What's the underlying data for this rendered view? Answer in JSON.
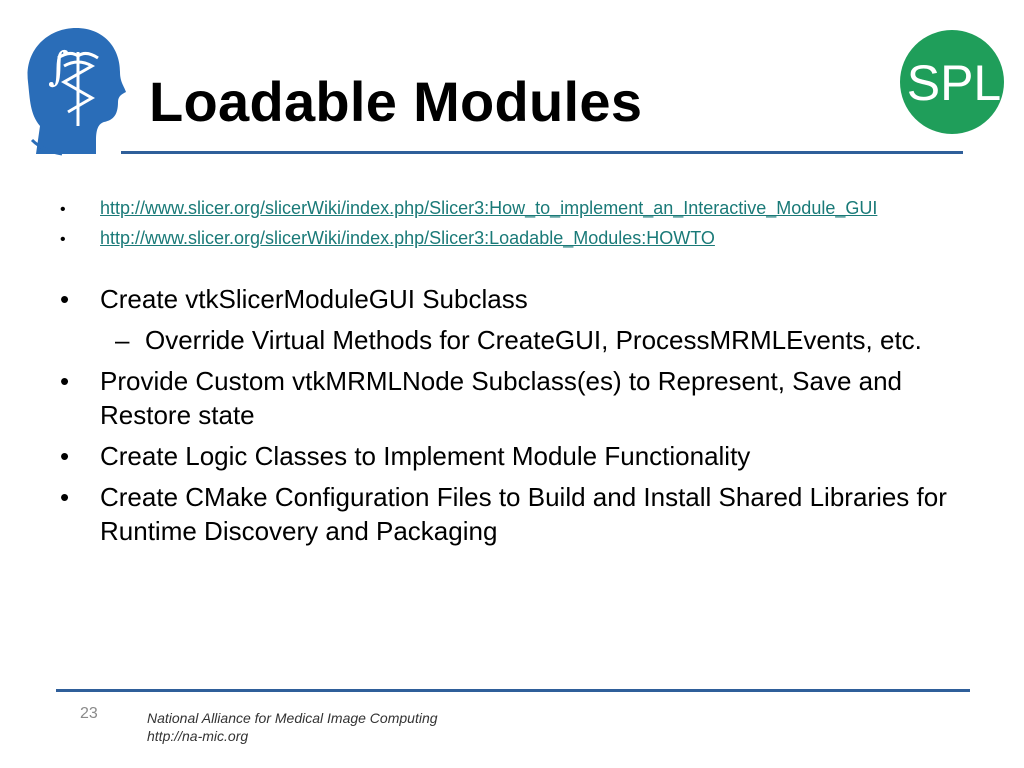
{
  "slide": {
    "title": "Loadable Modules",
    "page_number": "23"
  },
  "links": [
    {
      "text": "http://www.slicer.org/slicerWiki/index.php/Slicer3:How_to_implement_an_Interactive_Module_GUI"
    },
    {
      "text": "http://www.slicer.org/slicerWiki/index.php/Slicer3:Loadable_Modules:HOWTO"
    }
  ],
  "bullets": {
    "b1": "Create vtkSlicerModuleGUI Subclass",
    "b1_sub": "Override Virtual Methods for CreateGUI, ProcessMRMLEvents, etc.",
    "b2": "Provide Custom vtkMRMLNode Subclass(es) to Represent, Save and Restore state",
    "b3": "Create Logic Classes to Implement Module Functionality",
    "b4": "Create CMake Configuration Files to Build and Install Shared Libraries for Runtime Discovery and Packaging"
  },
  "footer": {
    "org": "National Alliance for Medical Image Computing",
    "url": "http://na-mic.org"
  },
  "logos": {
    "left": "slicer-head-logo-icon",
    "right_text": "SPL"
  },
  "colors": {
    "rule": "#2f5f9a",
    "link": "#1a7a78",
    "spl_green": "#1f9e5a",
    "slicer_blue": "#2a6db8"
  }
}
